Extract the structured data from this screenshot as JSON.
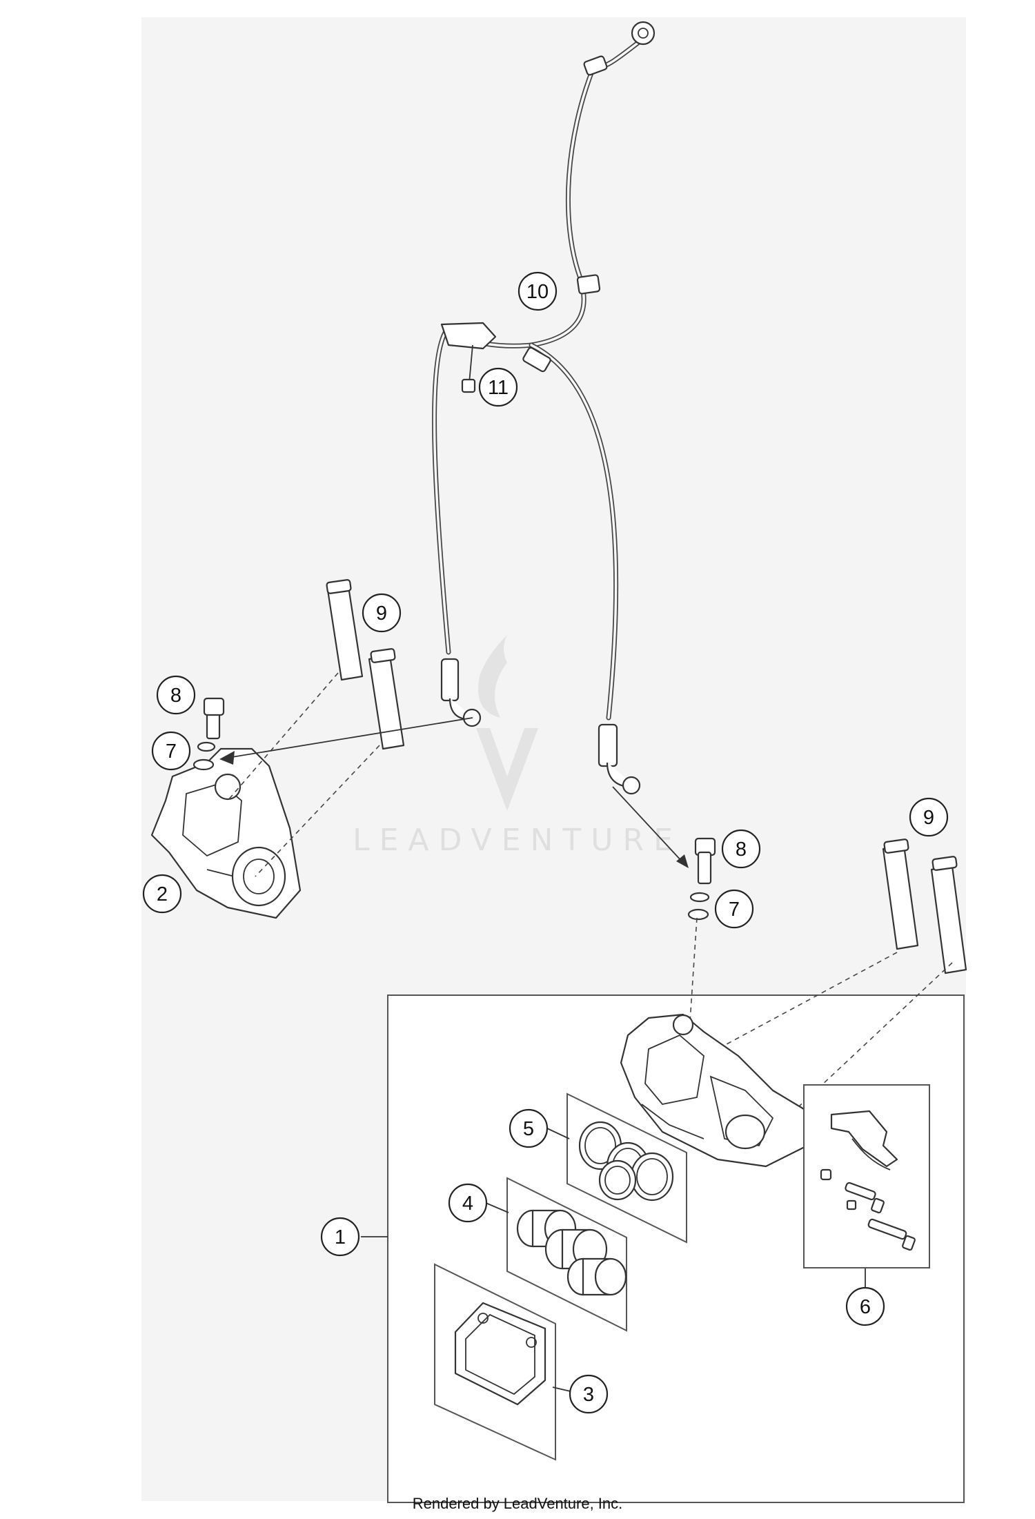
{
  "diagram": {
    "callouts": [
      {
        "id": "c1",
        "label": "1"
      },
      {
        "id": "c2",
        "label": "2"
      },
      {
        "id": "c3",
        "label": "3"
      },
      {
        "id": "c4",
        "label": "4"
      },
      {
        "id": "c5",
        "label": "5"
      },
      {
        "id": "c6",
        "label": "6"
      },
      {
        "id": "c7a",
        "label": "7"
      },
      {
        "id": "c7b",
        "label": "7"
      },
      {
        "id": "c8a",
        "label": "8"
      },
      {
        "id": "c8b",
        "label": "8"
      },
      {
        "id": "c9a",
        "label": "9"
      },
      {
        "id": "c9b",
        "label": "9"
      },
      {
        "id": "c10",
        "label": "10"
      },
      {
        "id": "c11",
        "label": "11"
      }
    ],
    "watermark": "LEADVENTURE",
    "credit": "Rendered by LeadVenture, Inc."
  }
}
